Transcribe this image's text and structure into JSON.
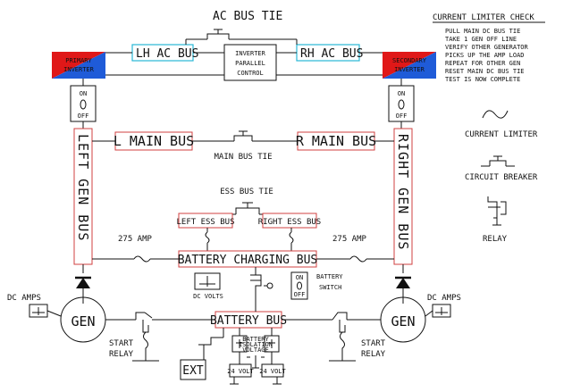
{
  "ac_bus_tie": "AC BUS TIE",
  "lh_ac_bus": "LH AC BUS",
  "rh_ac_bus": "RH AC BUS",
  "inverter_parallel_control": [
    "INVERTER",
    "PARALLEL",
    "CONTROL"
  ],
  "primary_inverter": [
    "PRIMARY",
    "INVERTER"
  ],
  "secondary_inverter": [
    "SECONDARY",
    "INVERTER"
  ],
  "switch_on": "ON",
  "switch_off": "OFF",
  "left_gen_bus": "LEFT GEN BUS",
  "right_gen_bus": "RIGHT GEN BUS",
  "l_main_bus": "L MAIN BUS",
  "r_main_bus": "R MAIN BUS",
  "main_bus_tie": "MAIN BUS TIE",
  "ess_bus_tie": "ESS BUS TIE",
  "left_ess_bus": "LEFT ESS BUS",
  "right_ess_bus": "RIGHT ESS BUS",
  "amp_275_left": "275 AMP",
  "amp_275_right": "275 AMP",
  "battery_charging_bus": "BATTERY CHARGING BUS",
  "dc_volts": "DC VOLTS",
  "battery_switch": [
    "BATTERY",
    "SWITCH"
  ],
  "dc_amps_left": "DC AMPS",
  "dc_amps_right": "DC AMPS",
  "gen_left": "GEN",
  "gen_right": "GEN",
  "battery_bus": "BATTERY BUS",
  "start_relay_left": [
    "START",
    "RELAY"
  ],
  "start_relay_right": [
    "START",
    "RELAY"
  ],
  "ext": "EXT",
  "battery_isolation_voltage": [
    "BATTERY",
    "ISOLATION",
    "VOLTAGE"
  ],
  "volt_24_a": "24 VOLT",
  "volt_24_b": "24 VOLT",
  "legend": {
    "title": "CURRENT LIMITER CHECK",
    "steps": [
      "PULL MAIN DC BUS TIE",
      "TAKE 1 GEN OFF LINE",
      "VERIFY OTHER GENERATOR",
      "PICKS UP THE AMP LOAD",
      "REPEAT FOR OTHER GEN",
      "RESET MAIN DC BUS TIE",
      "TEST IS NOW COMPLETE"
    ],
    "current_limiter": "CURRENT LIMITER",
    "circuit_breaker": "CIRCUIT BREAKER",
    "relay": "RELAY"
  },
  "colors": {
    "bus_border": "#d04040",
    "ac_bus_border": "#29b7d6",
    "inverter_red": "#e01818",
    "inverter_blue": "#1f5bd8",
    "diode": "#111111"
  }
}
